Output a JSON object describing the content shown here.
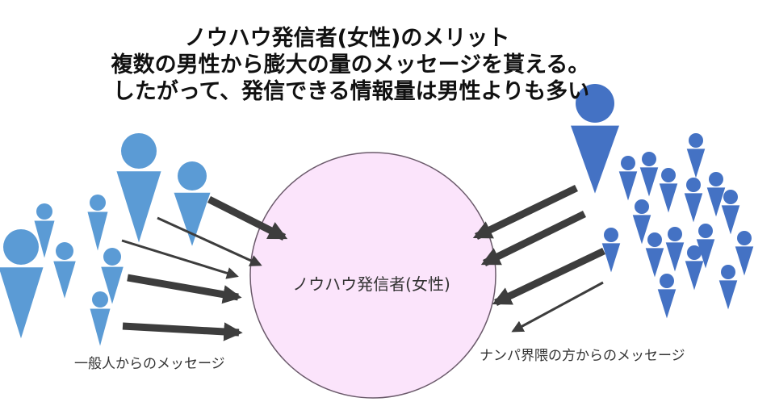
{
  "title_lines": [
    "ノウハウ発信者(女性)のメリット",
    "複数の男性から膨大の量のメッセージを貰える。",
    "したがって、発信できる情報量は男性よりも多い"
  ],
  "center": {
    "label": "ノウハウ発信者(女性)"
  },
  "captions": {
    "left": "一般人からのメッセージ",
    "right": "ナンパ界隈の方からのメッセージ"
  },
  "colors": {
    "circle_fill": "#fbe4fb",
    "circle_stroke": "#6b5a6b",
    "person_left": "#5b9bd5",
    "person_right": "#4472c4",
    "arrow": "#3d3d3d"
  }
}
